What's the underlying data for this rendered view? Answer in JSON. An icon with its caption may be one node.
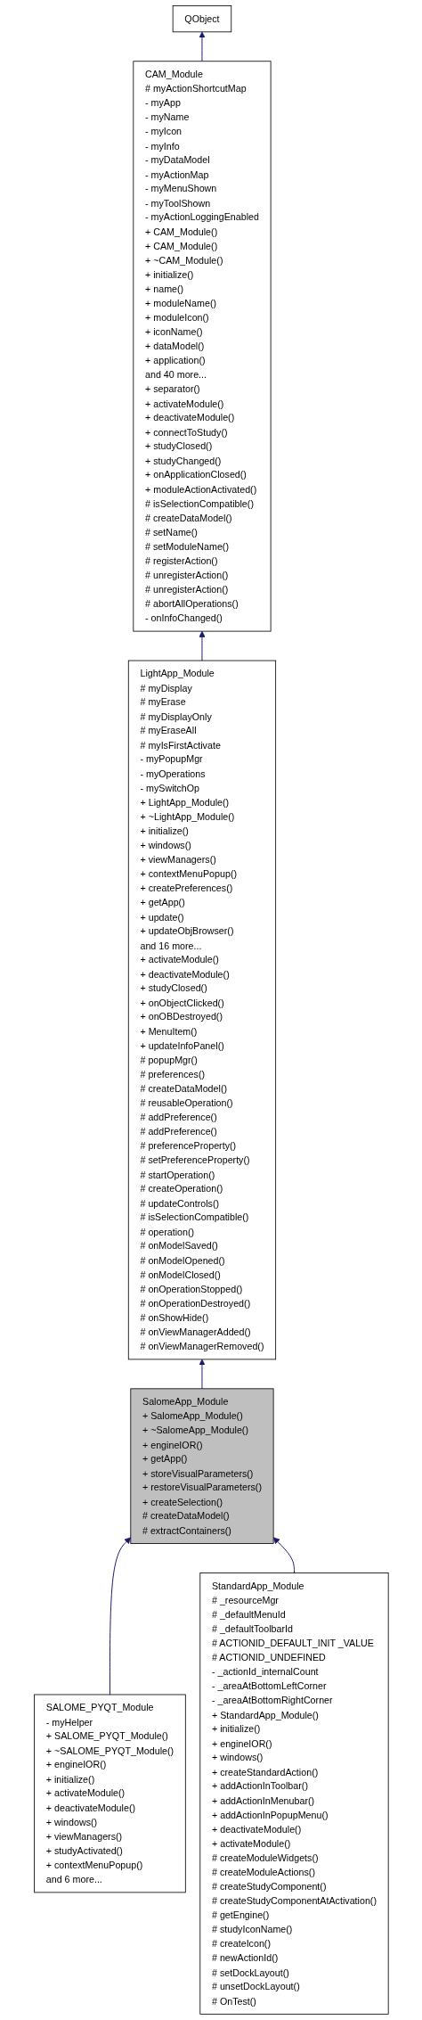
{
  "diagram": {
    "nodes": [
      {
        "text": [
          "QObject"
        ]
      },
      {
        "text": [
          "CAM_Module",
          "# myActionShortcutMap",
          "- myApp",
          "- myName",
          "- myIcon",
          "- myInfo",
          "- myDataModel",
          "- myActionMap",
          "- myMenuShown",
          "- myToolShown",
          "- myActionLoggingEnabled",
          "+ CAM_Module()",
          "+ CAM_Module()",
          "+ ~CAM_Module()",
          "+ initialize()",
          "+ name()",
          "+ moduleName()",
          "+ moduleIcon()",
          "+ iconName()",
          "+ dataModel()",
          "+ application()",
          "and 40 more...",
          "+ separator()",
          "+ activateModule()",
          "+ deactivateModule()",
          "+ connectToStudy()",
          "+ studyClosed()",
          "+ studyChanged()",
          "+ onApplicationClosed()",
          "+ moduleActionActivated()",
          "# isSelectionCompatible()",
          "# createDataModel()",
          "# setName()",
          "# setModuleName()",
          "# registerAction()",
          "# unregisterAction()",
          "# unregisterAction()",
          "# abortAllOperations()",
          "- onInfoChanged()"
        ]
      },
      {
        "text": [
          "LightApp_Module",
          "# myDisplay",
          "# myErase",
          "# myDisplayOnly",
          "# myEraseAll",
          "# myIsFirstActivate",
          "- myPopupMgr",
          "- myOperations",
          "- mySwitchOp",
          "+ LightApp_Module()",
          "+ ~LightApp_Module()",
          "+ initialize()",
          "+ windows()",
          "+ viewManagers()",
          "+ contextMenuPopup()",
          "+ createPreferences()",
          "+ getApp()",
          "+ update()",
          "+ updateObjBrowser()",
          "and 16 more...",
          "+ activateModule()",
          "+ deactivateModule()",
          "+ studyClosed()",
          "+ onObjectClicked()",
          "+ onOBDestroyed()",
          "+ MenuItem()",
          "+ updateInfoPanel()",
          "# popupMgr()",
          "# preferences()",
          "# createDataModel()",
          "# reusableOperation()",
          "# addPreference()",
          "# addPreference()",
          "# preferenceProperty()",
          "# setPreferenceProperty()",
          "# startOperation()",
          "# createOperation()",
          "# updateControls()",
          "# isSelectionCompatible()",
          "# operation()",
          "# onModelSaved()",
          "# onModelOpened()",
          "# onModelClosed()",
          "# onOperationStopped()",
          "# onOperationDestroyed()",
          "# onShowHide()",
          "# onViewManagerAdded()",
          "# onViewManagerRemoved()"
        ]
      },
      {
        "text": [
          "SalomeApp_Module",
          "+ SalomeApp_Module()",
          "+ ~SalomeApp_Module()",
          "+ engineIOR()",
          "+ getApp()",
          "+ storeVisualParameters()",
          "+ restoreVisualParameters()",
          "+ createSelection()",
          "# createDataModel()",
          "# extractContainers()"
        ]
      },
      {
        "text": [
          "SALOME_PYQT_Module",
          "- myHelper",
          "+ SALOME_PYQT_Module()",
          "+ ~SALOME_PYQT_Module()",
          "+ engineIOR()",
          "+ initialize()",
          "+ activateModule()",
          "+ deactivateModule()",
          "+ windows()",
          "+ viewManagers()",
          "+ studyActivated()",
          "+ contextMenuPopup()",
          "and 6 more..."
        ]
      },
      {
        "text": [
          "StandardApp_Module",
          "# _resourceMgr",
          "# _defaultMenuId",
          "# _defaultToolbarId",
          "# ACTIONID_DEFAULT_INIT _VALUE",
          "# ACTIONID_UNDEFINED",
          "- _actionId_internalCount",
          "- _areaAtBottomLeftCorner",
          "- _areaAtBottomRightCorner",
          "+ StandardApp_Module()",
          "+ initialize()",
          "+ engineIOR()",
          "+ windows()",
          "+ createStandardAction()",
          "+ addActionInToolbar()",
          "+ addActionInMenubar()",
          "+ addActionInPopupMenu()",
          "+ deactivateModule()",
          "+ activateModule()",
          "# createModuleWidgets()",
          "# createModuleActions()",
          "# createStudyComponent()",
          "# createStudyComponentAtActivation()",
          "# getEngine()",
          "# studyIconName()",
          "# createIcon()",
          "# newActionId()",
          "# setDockLayout()",
          "# unsetDockLayout()",
          "# OnTest()"
        ]
      }
    ],
    "edges": [
      {
        "from": 1,
        "to": 0,
        "arrow": "to"
      },
      {
        "from": 2,
        "to": 1,
        "arrow": "to"
      },
      {
        "from": 3,
        "to": 2,
        "arrow": "to"
      },
      {
        "from": 4,
        "to": 3,
        "arrow": "to"
      },
      {
        "from": 5,
        "to": 3,
        "arrow": "to"
      }
    ]
  }
}
